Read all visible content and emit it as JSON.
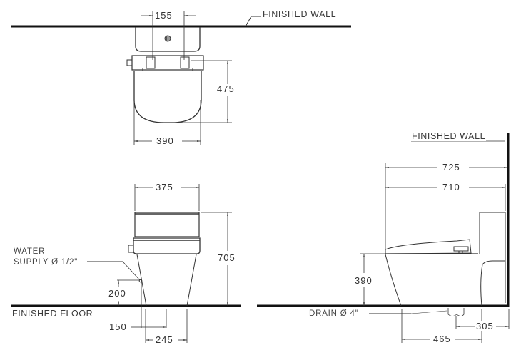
{
  "labels": {
    "finished_wall_top": "FINISHED  WALL",
    "finished_wall_side": "FINISHED  WALL",
    "finished_floor": "FINISHED  FLOOR",
    "water_supply_line1": "WATER",
    "water_supply_line2": "SUPPLY Ø 1/2\"",
    "drain": "DRAIN Ø 4\""
  },
  "dimensions": {
    "top_view": {
      "bolt_spacing": "155",
      "seat_depth": "475",
      "width": "390"
    },
    "front_view": {
      "tank_width": "375",
      "total_height": "705",
      "supply_height": "200",
      "supply_offset": "150",
      "base_width": "245"
    },
    "side_view": {
      "overall_length": "725",
      "seat_length": "710",
      "seat_height": "390",
      "drain_to_front": "465",
      "rough_in": "305"
    }
  },
  "colors": {
    "line": "#222222",
    "thin_line": "#555555",
    "text": "#3a3a3a"
  }
}
